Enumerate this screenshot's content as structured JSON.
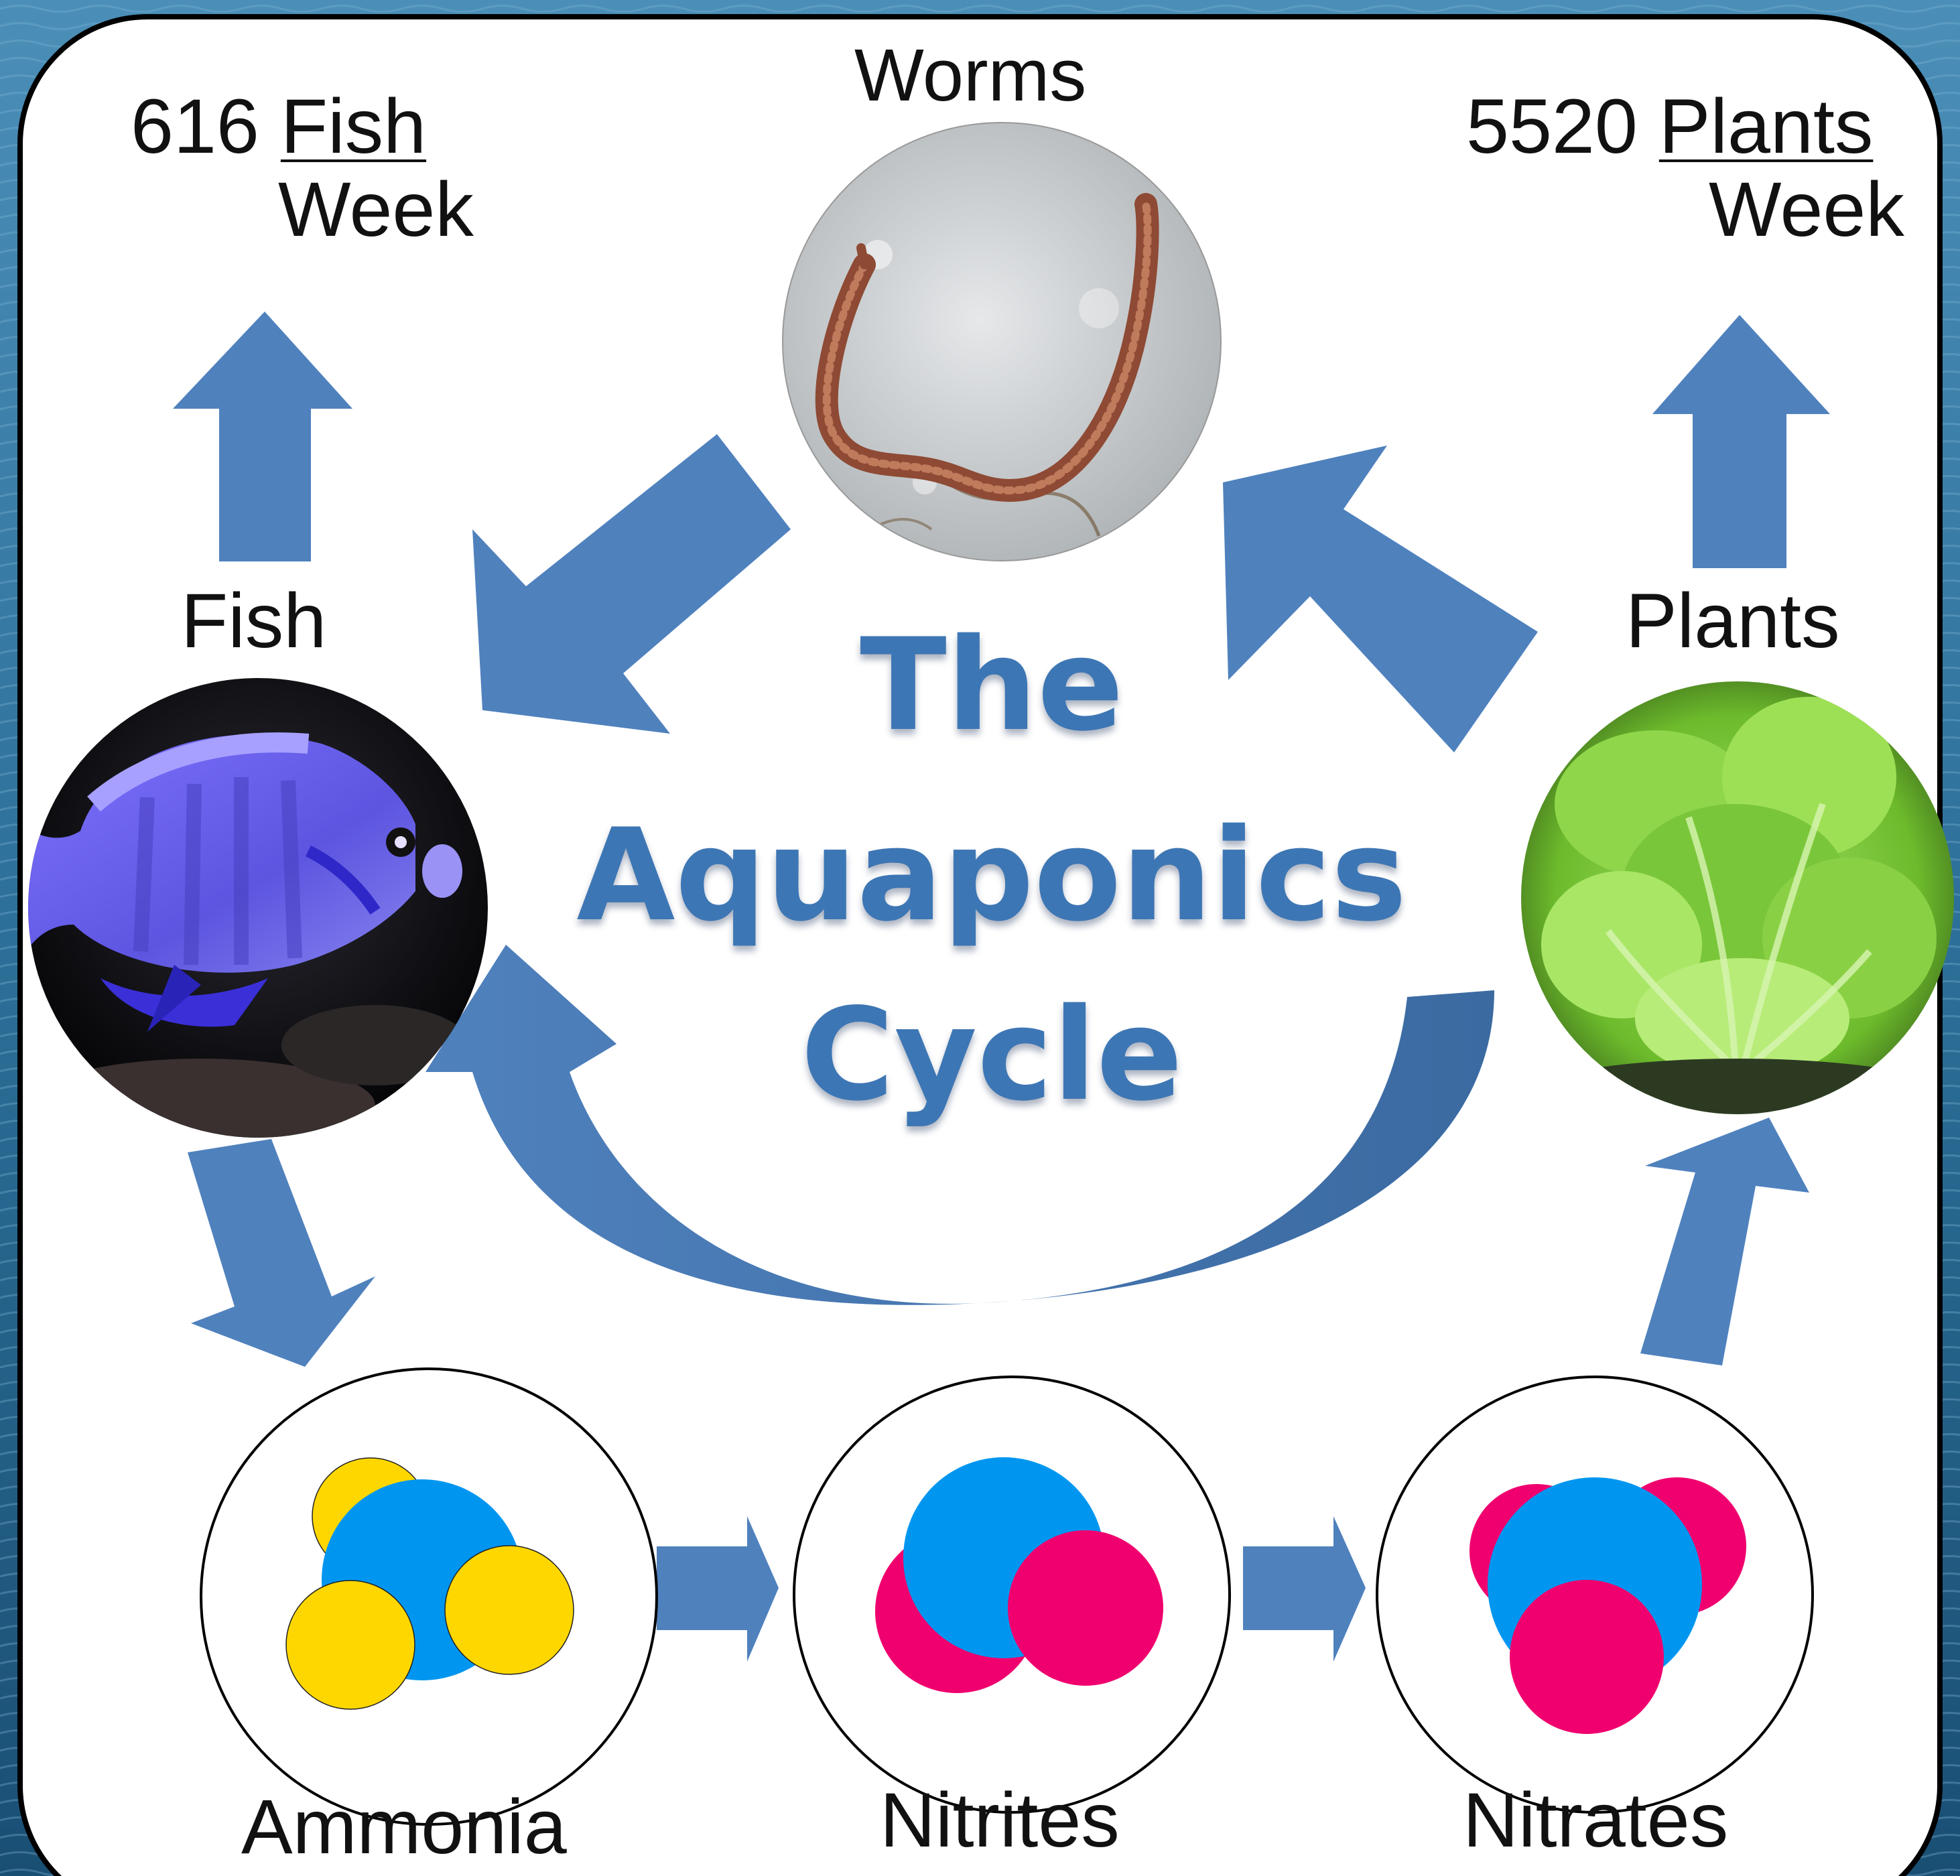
{
  "title": {
    "line1": "The",
    "line2": "Aquaponics",
    "line3": "Cycle"
  },
  "rates": {
    "fish": {
      "value": "616",
      "unit": "Fish",
      "per": "Week"
    },
    "plants": {
      "value": "5520",
      "unit": "Plants",
      "per": "Week"
    }
  },
  "nodes": {
    "worms": "Worms",
    "fish": "Fish",
    "plants": "Plants",
    "ammonia": "Ammonia",
    "nitrites": "Nitrites",
    "nitrates": "Nitrates"
  },
  "colors": {
    "arrow": "#4f81bd",
    "title": "#3d76b4",
    "nitrogen": "#0096f0",
    "hydrogen": "#ffd700",
    "oxygen": "#f0006e",
    "panel": "#ffffff",
    "background": "#2a6e96"
  },
  "icons": {
    "worm": "earthworm-photo",
    "fish": "purple-cichlid-photo",
    "plant": "lettuce-photo"
  }
}
